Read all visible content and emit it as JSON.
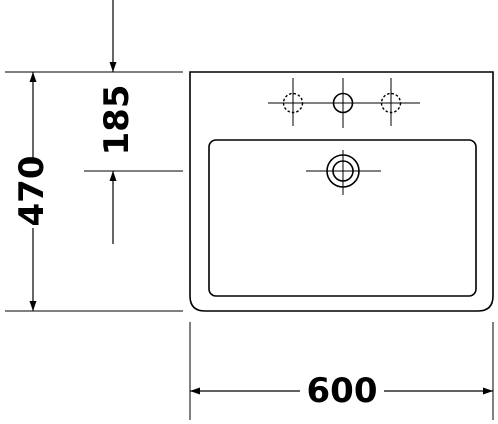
{
  "dimensions": {
    "height": "470",
    "tap_offset": "185",
    "width": "600"
  },
  "colors": {
    "line": "#000000",
    "background": "#ffffff"
  },
  "icons": {
    "center_tap_hole": "circle-crosshair",
    "optional_tap_holes": "dashed-circle-crosshair",
    "drain_outlet": "double-circle-crosshair"
  }
}
